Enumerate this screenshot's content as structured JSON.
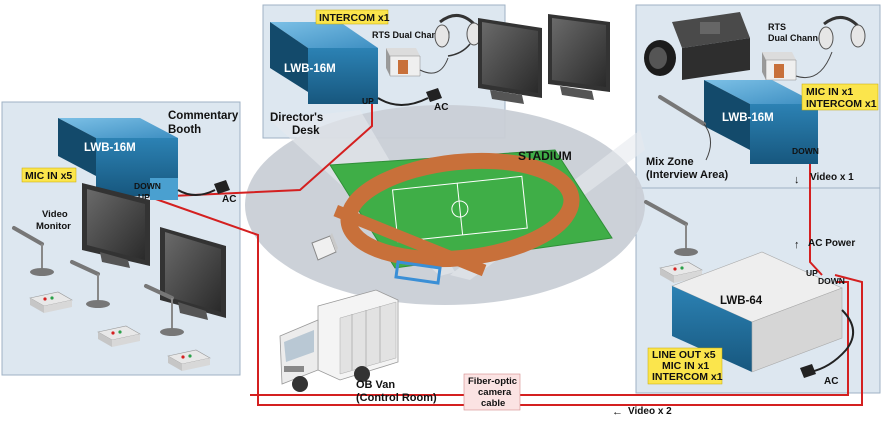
{
  "panels": {
    "commentary": {
      "title_lines": [
        "Commentary",
        "Booth"
      ],
      "device": "LWB-16M",
      "tag": "MIC IN x5",
      "down": "DOWN",
      "up": "UP",
      "ac": "AC",
      "monitor_lines": [
        "Video",
        "Monitor"
      ]
    },
    "directors": {
      "title_lines": [
        "Director's",
        "Desk"
      ],
      "device": "LWB-16M",
      "tag": "INTERCOM x1",
      "rts_line": "RTS Dual Channel",
      "up": "UP",
      "ac": "AC"
    },
    "mixzone": {
      "title_lines": [
        "Mix Zone",
        "(Interview Area)"
      ],
      "device": "LWB-16M",
      "tag_lines": [
        "MIC IN x1",
        "INTERCOM x1"
      ],
      "rts_lines": [
        "RTS",
        "Dual Channel"
      ],
      "down": "DOWN",
      "video": "Video x 1"
    },
    "obvan": {
      "device": "LWB-64",
      "tag_lines": [
        "LINE OUT x5",
        "MIC IN x1",
        "INTERCOM x1"
      ],
      "ac_power": "AC Power",
      "up": "UP",
      "down": "DOWN",
      "ac": "AC"
    }
  },
  "stadium": {
    "label": "STADIUM"
  },
  "van": {
    "label_lines": [
      "OB Van",
      "(Control Room)"
    ]
  },
  "fiber": {
    "label_lines": [
      "Fiber-optic",
      "camera",
      "cable"
    ]
  },
  "video_x2": "Video x 2",
  "arrows": {
    "down": "↓",
    "up": "↑",
    "left": "←"
  },
  "colors": {
    "panel_bg": "#dde7f0",
    "panel_border": "#9fb2c4",
    "device_top": "#5aa3cf",
    "device_front": "#1f6f9e",
    "tag_bg": "#fbe54c",
    "fiber_tag_bg": "#fbe3e3",
    "cable_red": "#d42020",
    "field_green": "#3fae47",
    "track": "#c8703a",
    "stadium_grey": "#c9cfd6"
  }
}
